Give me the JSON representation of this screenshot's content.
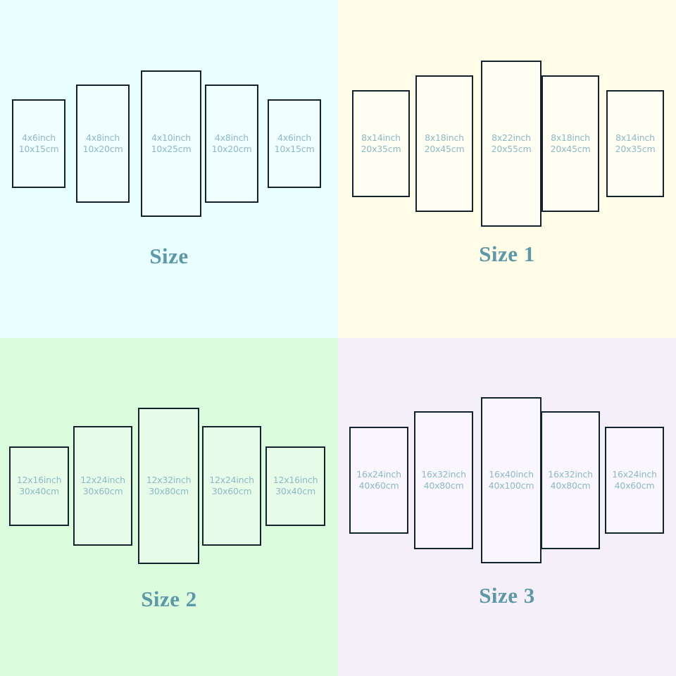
{
  "chart_data": {
    "type": "table",
    "title": "Multi-panel canvas print size chart",
    "layout": "2x2 grid of size options, each showing a 5-panel canvas set",
    "panel_count_per_option": 5,
    "options": [
      {
        "id": "size",
        "title": "Size",
        "background": "#e9feff",
        "panel_fill": "#f1feff",
        "panels": [
          {
            "position": 1,
            "inch": "4x6inch",
            "cm": "10x15cm",
            "width_in": 4,
            "height_in": 6,
            "width_cm": 10,
            "height_cm": 15
          },
          {
            "position": 2,
            "inch": "4x8inch",
            "cm": "10x20cm",
            "width_in": 4,
            "height_in": 8,
            "width_cm": 10,
            "height_cm": 20
          },
          {
            "position": 3,
            "inch": "4x10inch",
            "cm": "10x25cm",
            "width_in": 4,
            "height_in": 10,
            "width_cm": 10,
            "height_cm": 25
          },
          {
            "position": 4,
            "inch": "4x8inch",
            "cm": "10x20cm",
            "width_in": 4,
            "height_in": 8,
            "width_cm": 10,
            "height_cm": 20
          },
          {
            "position": 5,
            "inch": "4x6inch",
            "cm": "10x15cm",
            "width_in": 4,
            "height_in": 6,
            "width_cm": 10,
            "height_cm": 15
          }
        ]
      },
      {
        "id": "size-1",
        "title": "Size 1",
        "background": "#fffde8",
        "panel_fill": "#fffef2",
        "panels": [
          {
            "position": 1,
            "inch": "8x14inch",
            "cm": "20x35cm",
            "width_in": 8,
            "height_in": 14,
            "width_cm": 20,
            "height_cm": 35
          },
          {
            "position": 2,
            "inch": "8x18inch",
            "cm": "20x45cm",
            "width_in": 8,
            "height_in": 18,
            "width_cm": 20,
            "height_cm": 45
          },
          {
            "position": 3,
            "inch": "8x22inch",
            "cm": "20x55cm",
            "width_in": 8,
            "height_in": 22,
            "width_cm": 20,
            "height_cm": 55
          },
          {
            "position": 4,
            "inch": "8x18inch",
            "cm": "20x45cm",
            "width_in": 8,
            "height_in": 18,
            "width_cm": 20,
            "height_cm": 45
          },
          {
            "position": 5,
            "inch": "8x14inch",
            "cm": "20x35cm",
            "width_in": 8,
            "height_in": 14,
            "width_cm": 20,
            "height_cm": 35
          }
        ]
      },
      {
        "id": "size-2",
        "title": "Size 2",
        "background": "#dbfbdd",
        "panel_fill": "#e7fce8",
        "panels": [
          {
            "position": 1,
            "inch": "12x16inch",
            "cm": "30x40cm",
            "width_in": 12,
            "height_in": 16,
            "width_cm": 30,
            "height_cm": 40
          },
          {
            "position": 2,
            "inch": "12x24inch",
            "cm": "30x60cm",
            "width_in": 12,
            "height_in": 24,
            "width_cm": 30,
            "height_cm": 60
          },
          {
            "position": 3,
            "inch": "12x32inch",
            "cm": "30x80cm",
            "width_in": 12,
            "height_in": 32,
            "width_cm": 30,
            "height_cm": 80
          },
          {
            "position": 4,
            "inch": "12x24inch",
            "cm": "30x60cm",
            "width_in": 12,
            "height_in": 24,
            "width_cm": 30,
            "height_cm": 60
          },
          {
            "position": 5,
            "inch": "12x16inch",
            "cm": "30x40cm",
            "width_in": 12,
            "height_in": 16,
            "width_cm": 30,
            "height_cm": 40
          }
        ]
      },
      {
        "id": "size-3",
        "title": "Size 3",
        "background": "#f5eff9",
        "panel_fill": "#faf6fd",
        "panels": [
          {
            "position": 1,
            "inch": "16x24inch",
            "cm": "40x60cm",
            "width_in": 16,
            "height_in": 24,
            "width_cm": 40,
            "height_cm": 60
          },
          {
            "position": 2,
            "inch": "16x32inch",
            "cm": "40x80cm",
            "width_in": 16,
            "height_in": 32,
            "width_cm": 40,
            "height_cm": 80
          },
          {
            "position": 3,
            "inch": "16x40inch",
            "cm": "40x100cm",
            "width_in": 16,
            "height_in": 40,
            "width_cm": 40,
            "height_cm": 100
          },
          {
            "position": 4,
            "inch": "16x32inch",
            "cm": "40x80cm",
            "width_in": 16,
            "height_in": 32,
            "width_cm": 40,
            "height_cm": 80
          },
          {
            "position": 5,
            "inch": "16x24inch",
            "cm": "40x60cm",
            "width_in": 16,
            "height_in": 24,
            "width_cm": 40,
            "height_cm": 60
          }
        ]
      }
    ],
    "colors": {
      "panel_border": "#14222c",
      "label_text": "#8db9c7",
      "title_text": "#5d98a6"
    }
  }
}
